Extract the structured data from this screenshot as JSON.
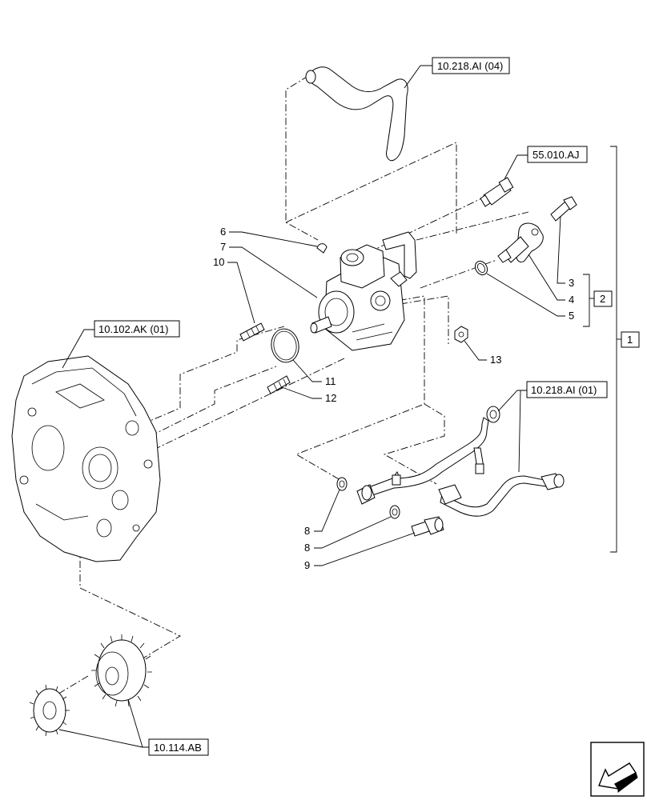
{
  "references": {
    "ref_10_218_ai_04": "10.218.AI (04)",
    "ref_55_010_aj": "55.010.AJ",
    "ref_10_102_ak_01": "10.102.AK (01)",
    "ref_10_218_ai_01": "10.218.AI (01)",
    "ref_10_114_ab": "10.114.AB"
  },
  "callouts": {
    "c3": "3",
    "c4": "4",
    "c5": "5",
    "c6": "6",
    "c7": "7",
    "c8a": "8",
    "c8b": "8",
    "c9": "9",
    "c10": "10",
    "c11": "11",
    "c12": "12",
    "c13": "13"
  },
  "groups": {
    "g1": "1",
    "g2": "2"
  },
  "icons": {
    "nav_arrow": "arrow-back-icon"
  }
}
